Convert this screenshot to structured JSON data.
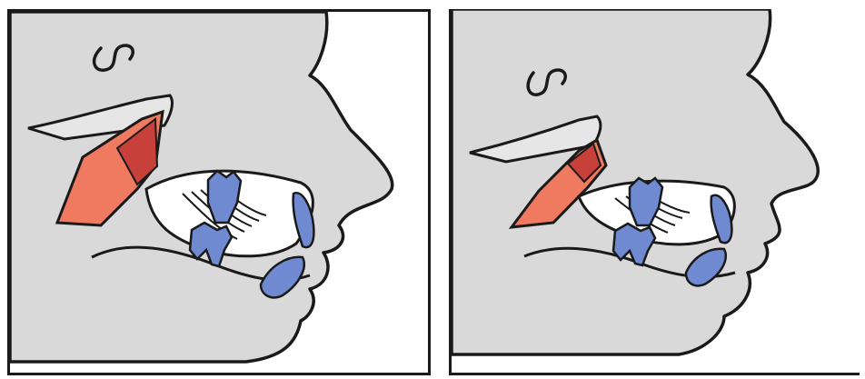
{
  "colors": {
    "skin": "#d9d9d9",
    "outline": "#1a1a1a",
    "background": "#ffffff",
    "bone_highlight": "#f06e55",
    "bone_dark": "#c8403a",
    "teeth": "#6f8ad0",
    "teeth_dark": "#4a66b8"
  },
  "panels": [
    {
      "id": "left",
      "variant": "open-jaw"
    },
    {
      "id": "right",
      "variant": "closed-jaw"
    }
  ]
}
